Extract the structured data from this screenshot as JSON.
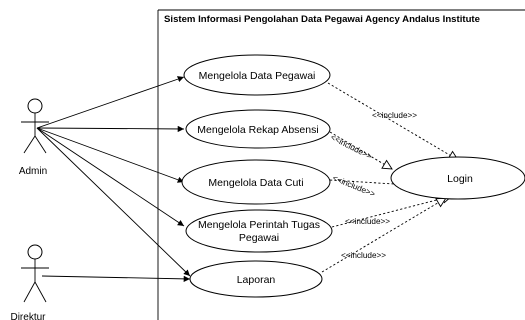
{
  "system": {
    "title": "Sistem Informasi Pengolahan Data Pegawai Agency Andalus Institute"
  },
  "actors": {
    "admin": "Admin",
    "direktur": "Direktur"
  },
  "use_cases": {
    "data_pegawai": "Mengelola Data Pegawai",
    "rekap_absensi": "Mengelola Rekap Absensi",
    "data_cuti": "Mengelola Data Cuti",
    "perintah_tugas_line1": "Mengelola Perintah Tugas",
    "perintah_tugas_line2": "Pegawai",
    "laporan": "Laporan",
    "login": "Login"
  },
  "relations": {
    "include_1": "<<include>>",
    "include_2": "<<include>>",
    "include_3": "<<include>>",
    "include_4": "<<include>>",
    "include_5": "<<include>>"
  }
}
